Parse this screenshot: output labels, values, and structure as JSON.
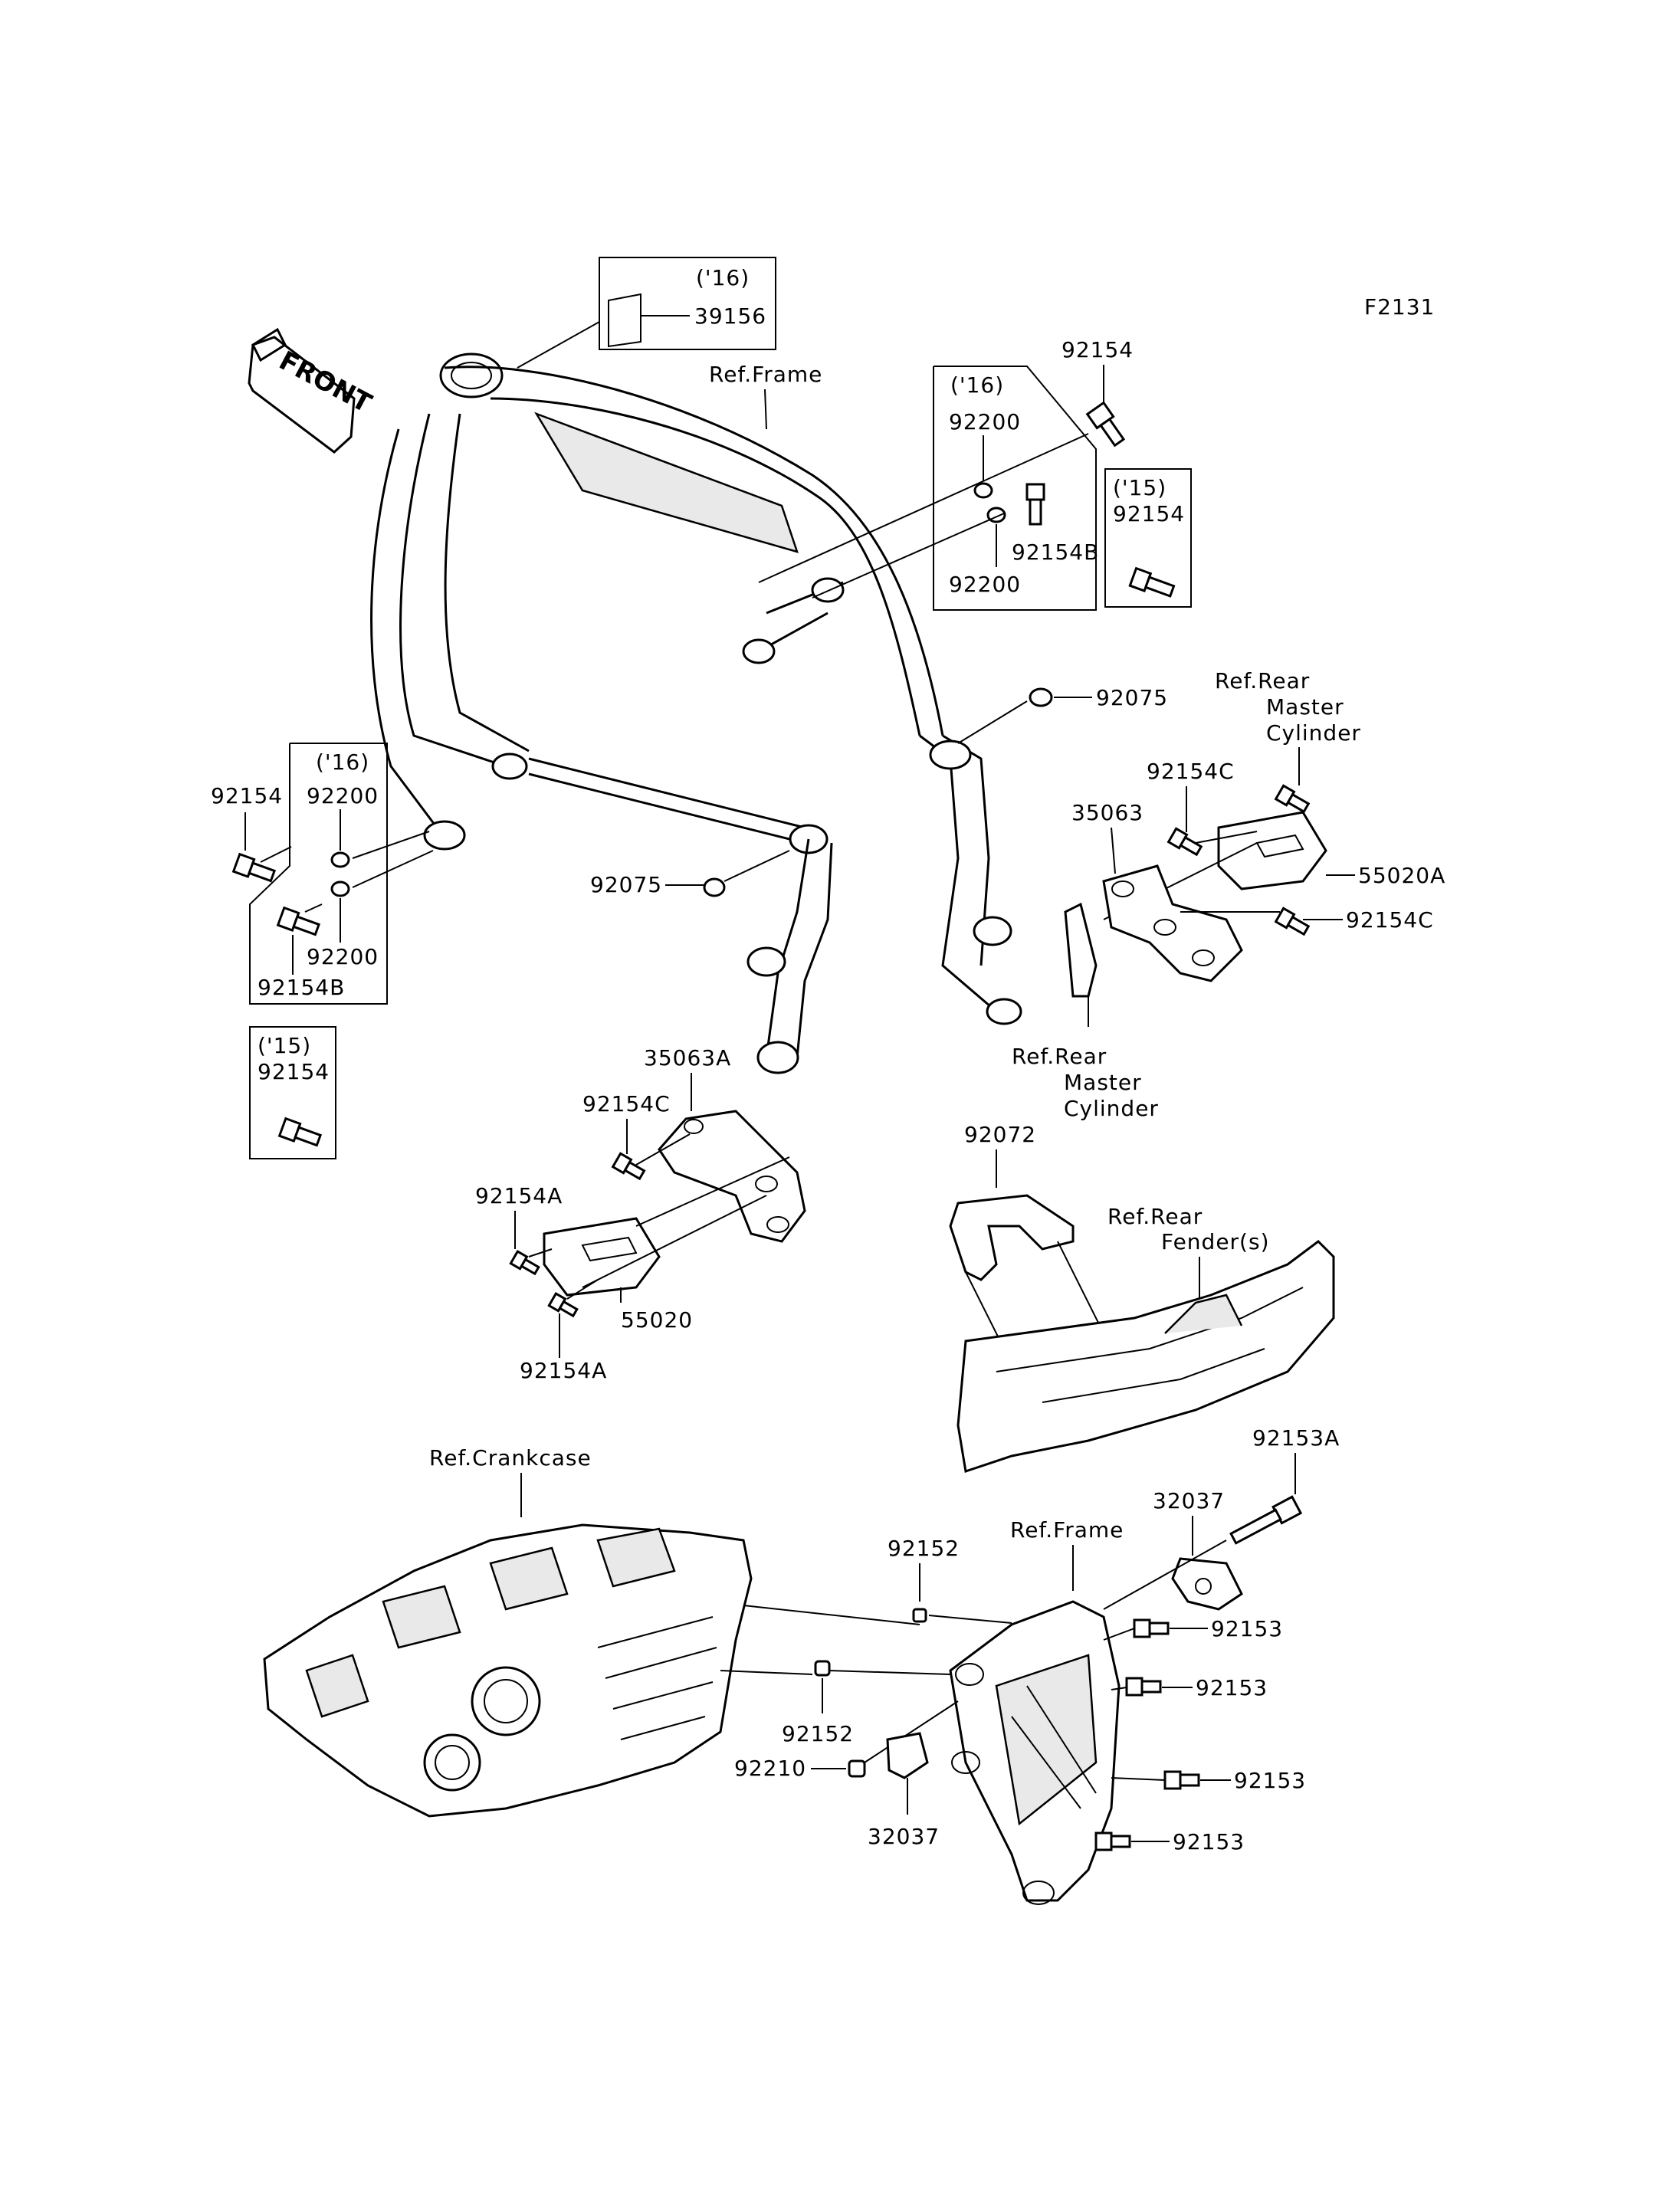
{
  "figure_code": "F2131",
  "front_arrow": "FRONT",
  "labels": {
    "y16_a": "('16)",
    "p39156": "39156",
    "ref_frame_top": "Ref.Frame",
    "p92154_top": "92154",
    "y16_b": "('16)",
    "p92200_a": "92200",
    "p92154B_a": "92154B",
    "p92200_b": "92200",
    "y15_a": "('15)",
    "p92154_b": "92154",
    "p92075_a": "92075",
    "ref_rmc_top": "Ref.Rear\nMaster\nCylinder",
    "p92154C_a": "92154C",
    "p35063": "35063",
    "p55020A": "55020A",
    "p92154C_b": "92154C",
    "ref_rmc_bottom": "Ref.Rear\nMaster\nCylinder",
    "y16_c": "('16)",
    "p92154_left": "92154",
    "p92200_c": "92200",
    "p92200_d": "92200",
    "p92154B_b": "92154B",
    "y15_b": "('15)",
    "p92154_c": "92154",
    "p92075_b": "92075",
    "p35063A": "35063A",
    "p92154C_c": "92154C",
    "p92154A_a": "92154A",
    "p55020": "55020",
    "p92154A_b": "92154A",
    "p92072": "92072",
    "ref_rear_fender": "Ref.Rear\nFender(s)",
    "ref_crankcase": "Ref.Crankcase",
    "p92153A": "92153A",
    "p32037_a": "32037",
    "p92152_a": "92152",
    "ref_frame_bottom": "Ref.Frame",
    "p92153_a": "92153",
    "p92153_b": "92153",
    "p92152_b": "92152",
    "p92210": "92210",
    "p92153_c": "92153",
    "p32037_b": "32037",
    "p92153_d": "92153"
  }
}
